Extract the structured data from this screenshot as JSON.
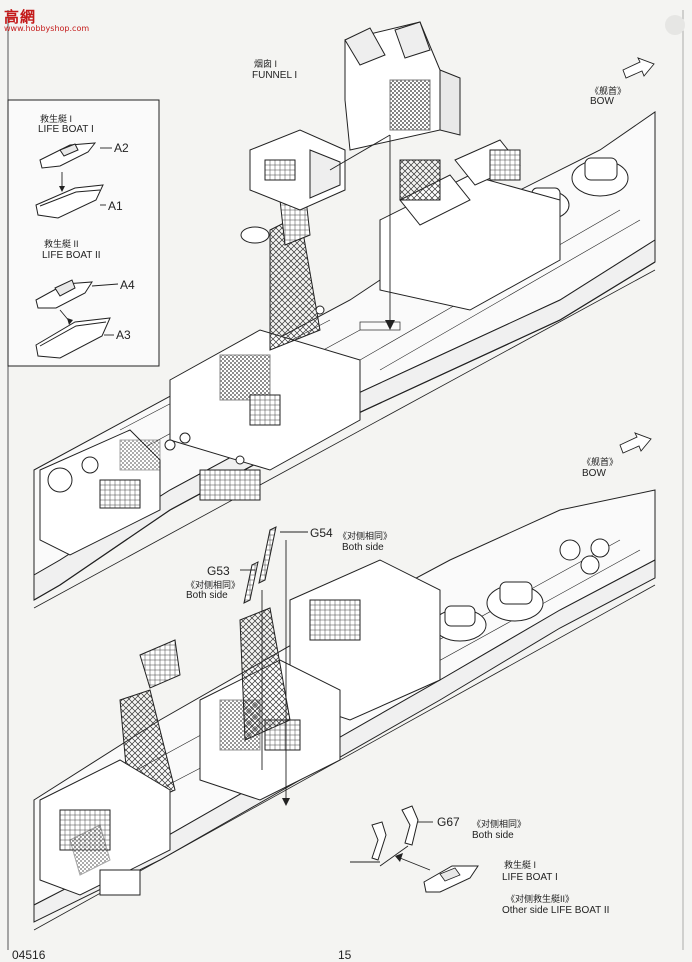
{
  "watermark": {
    "mark": "高網",
    "url": "www.hobbyshop.com"
  },
  "inset": {
    "boat1_cn": "救生艇 I",
    "boat1_en": "LIFE BOAT I",
    "boat2_cn": "救生艇 II",
    "boat2_en": "LIFE BOAT II",
    "parts": [
      "A2",
      "A1",
      "A4",
      "A3"
    ]
  },
  "top_view": {
    "funnel_cn": "烟囱 I",
    "funnel_en": "FUNNEL I",
    "bow_cn": "《舰首》",
    "bow_en": "BOW"
  },
  "bottom_view": {
    "bow_cn": "《舰首》",
    "bow_en": "BOW",
    "g54": "G54",
    "g54_cn": "《对侧相同》",
    "g54_en": "Both side",
    "g53": "G53",
    "g53_cn": "《对侧相同》",
    "g53_en": "Both side",
    "g67": "G67",
    "g67_cn": "《对侧相同》",
    "g67_en": "Both side",
    "boat_cn": "救生艇 I",
    "boat_en": "LIFE BOAT I",
    "other_cn": "《对侧救生艇II》",
    "other_en": "Other side LIFE BOAT II"
  },
  "footer": {
    "code": "04516",
    "page": "15"
  }
}
